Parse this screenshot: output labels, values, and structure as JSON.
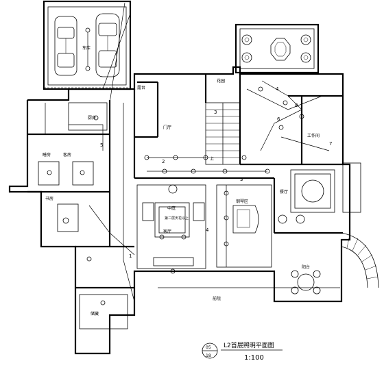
{
  "drawing": {
    "title": "L2首层照明平面图",
    "scale": "1:100",
    "sheet_top": "05",
    "sheet_bottom": "18"
  },
  "rooms": {
    "garage": "车库",
    "reading": "书房",
    "dining": "餐厅",
    "living": "客厅",
    "hall": "中庭",
    "hall_note": "第二层天花以上",
    "stair": "上",
    "kitchen": "厨房",
    "bedroom": "睡房",
    "bedroom2": "客房",
    "lobby": "门厅",
    "piano": "钢琴区",
    "terrace": "阳台",
    "storage": "储藏",
    "study": "工作间",
    "balcony": "露台",
    "front": "前院",
    "garden": "花园"
  },
  "circuit_numbers": [
    "3",
    "4",
    "1",
    "5",
    "2",
    "6",
    "8",
    "7",
    "3",
    "4"
  ]
}
